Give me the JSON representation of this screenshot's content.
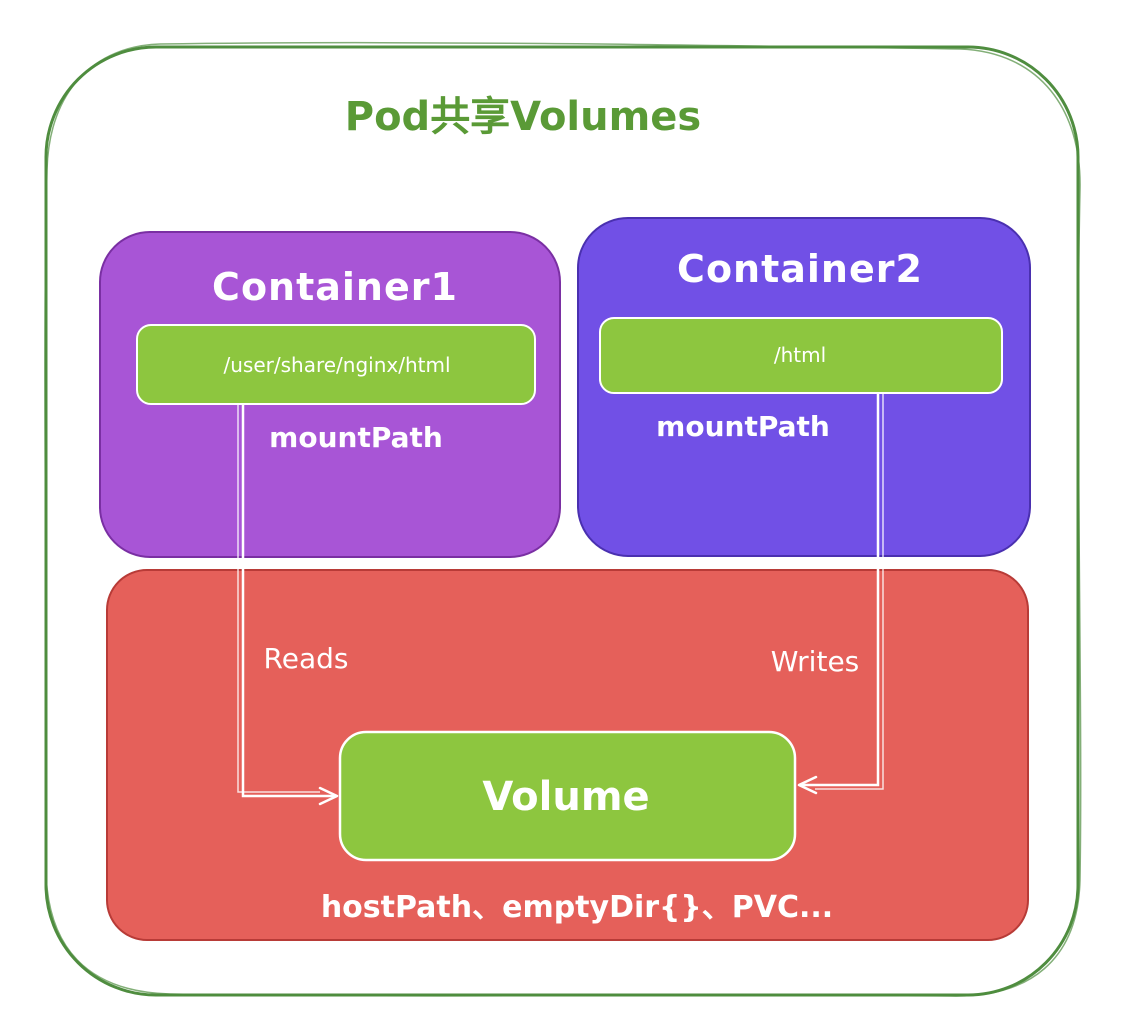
{
  "pod": {
    "title": "Pod共享Volumes",
    "border_color": "#4f8d3f"
  },
  "containers": [
    {
      "title": "Container1",
      "mount_path": "/user/share/nginx/html",
      "mount_label": "mountPath",
      "fill_color": "#a855d6"
    },
    {
      "title": "Container2",
      "mount_path": "/html",
      "mount_label": "mountPath",
      "fill_color": "#7150e6"
    }
  ],
  "volume": {
    "title": "Volume",
    "types": "hostPath、emptyDir{}、PVC...",
    "fill_color": "#8dc63f",
    "area_color": "#e5605a"
  },
  "flows": {
    "reads_label": "Reads",
    "writes_label": "Writes"
  }
}
